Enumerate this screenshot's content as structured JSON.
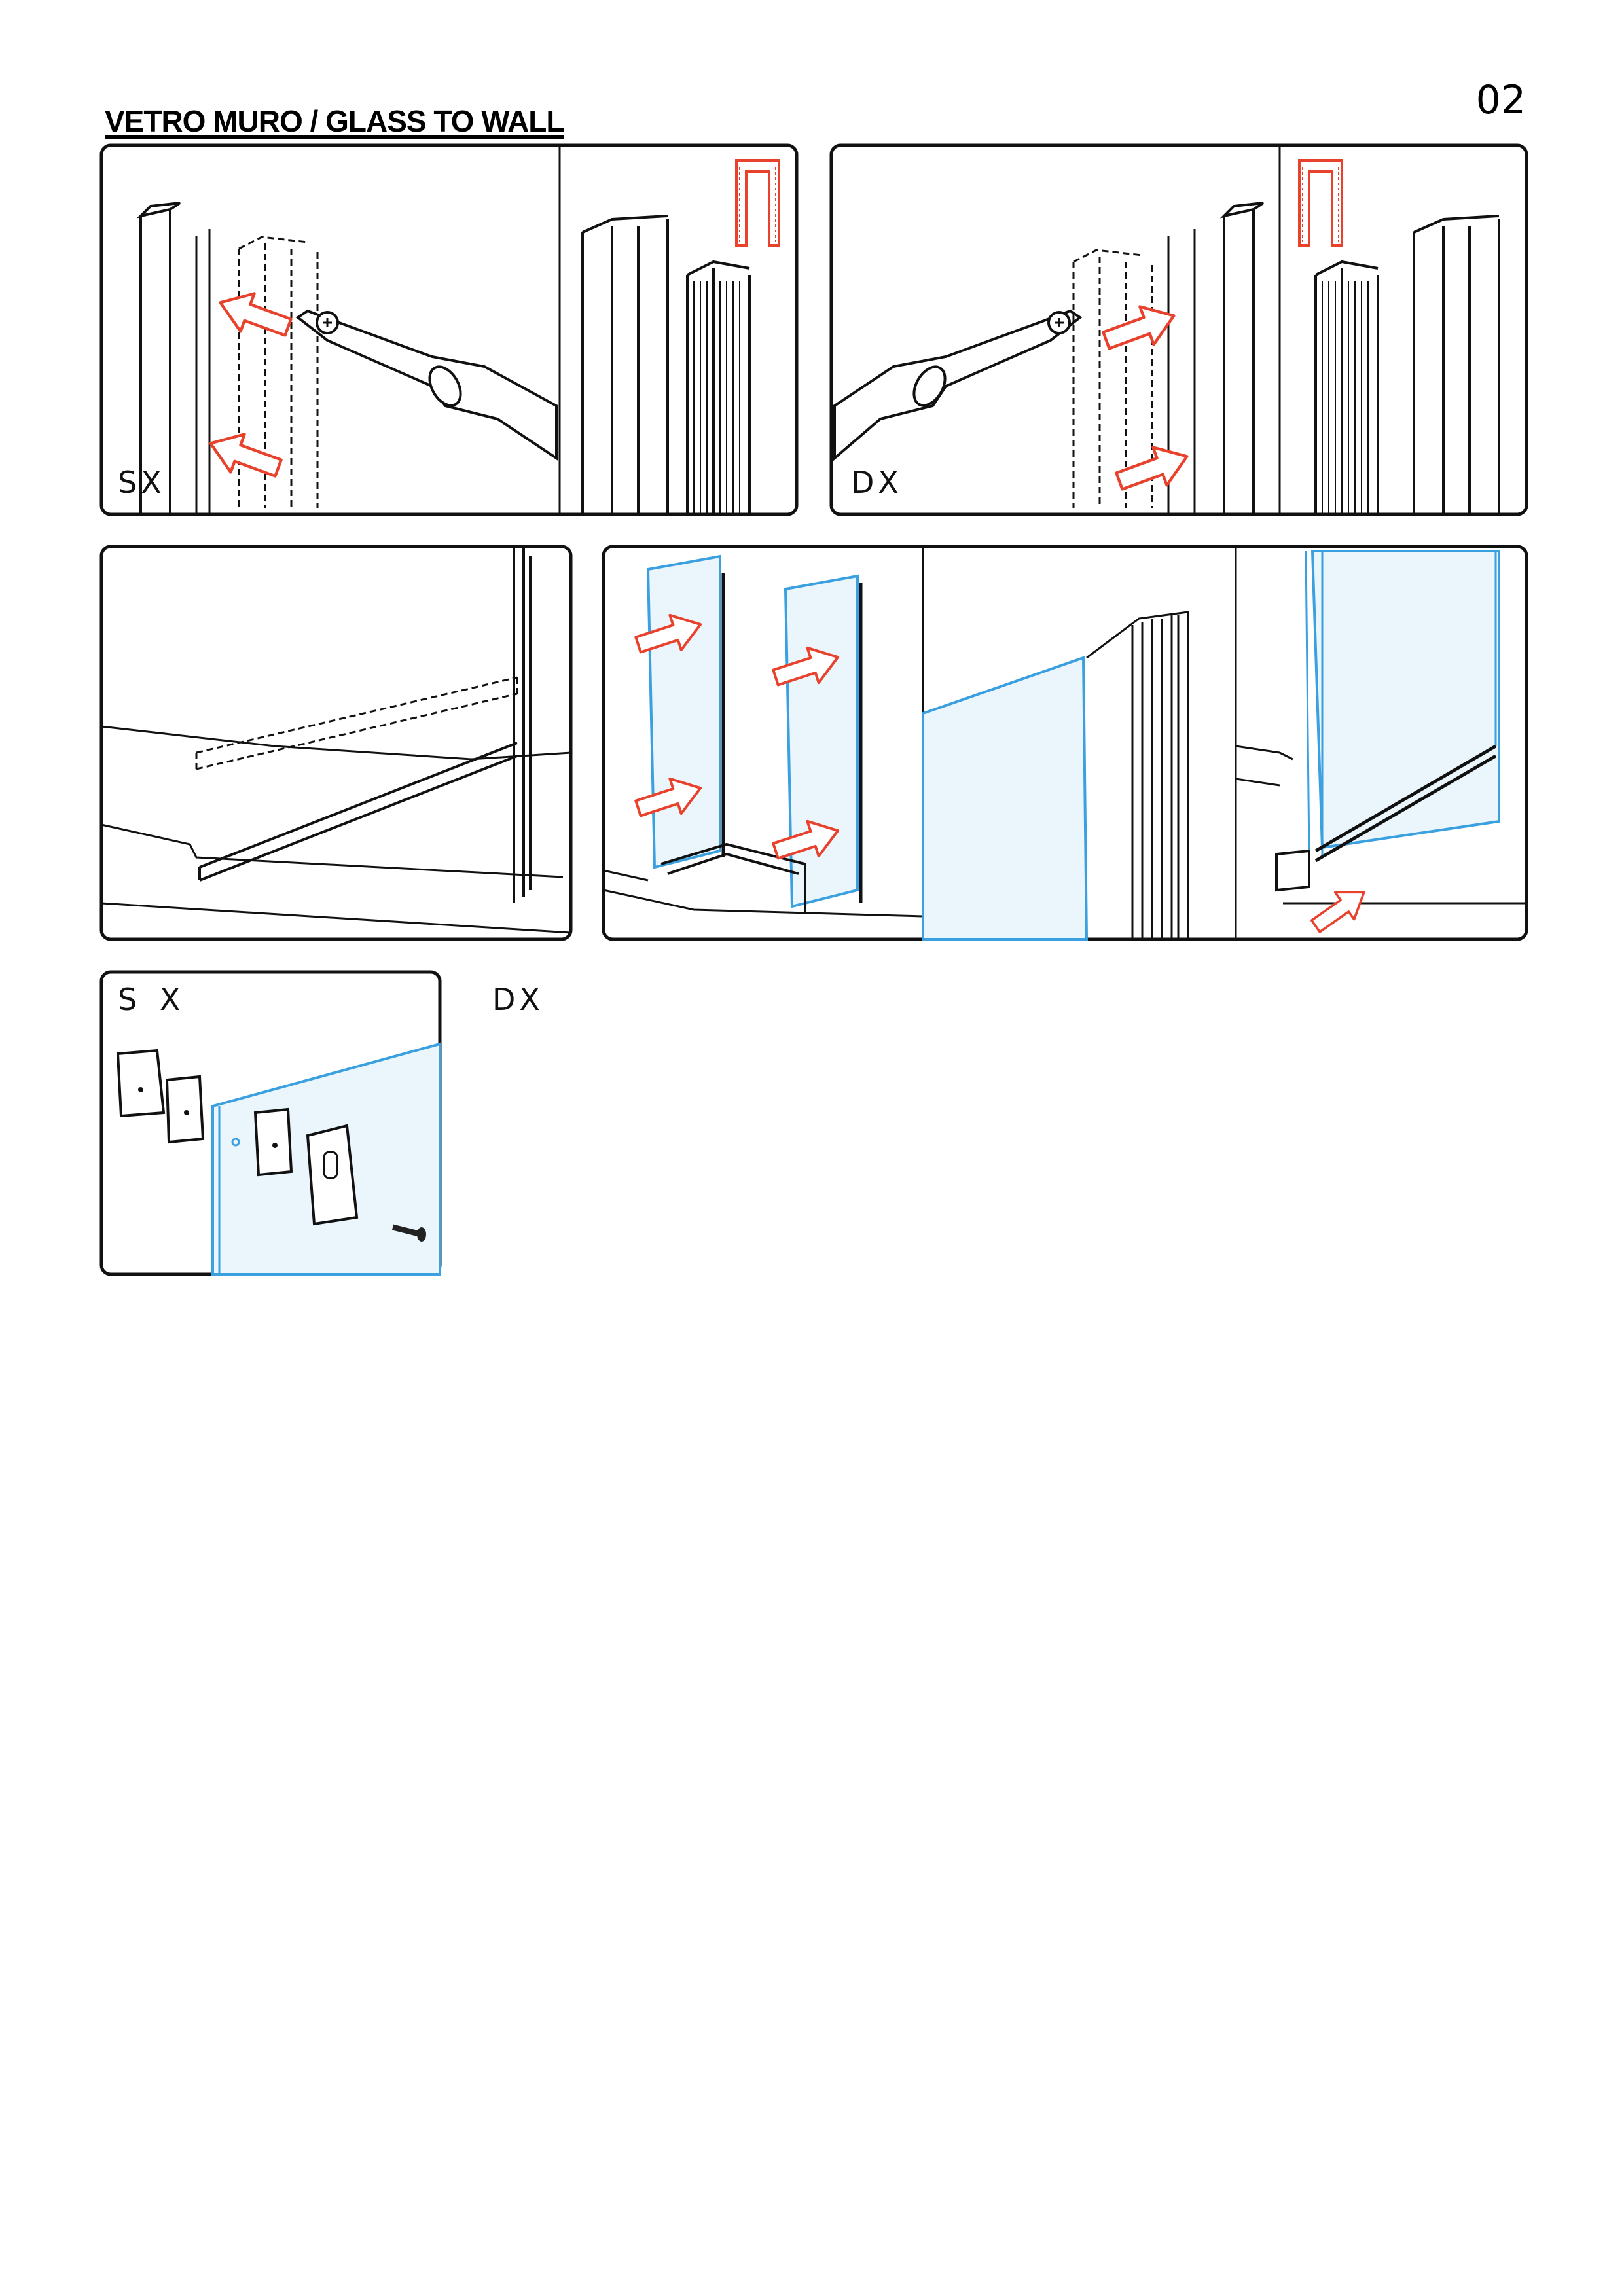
{
  "header": {
    "title": "VETRO MURO / GLASS TO WALL",
    "page_number": "02"
  },
  "labels": {
    "sx": "SX",
    "dx": "DX",
    "sx_spaced": "S X",
    "dx_spaced": "DX"
  },
  "colors": {
    "line": "#111111",
    "accent": "#e8412c",
    "glass_stroke": "#3aa0e0",
    "glass_fill": "#eaf5fc"
  }
}
